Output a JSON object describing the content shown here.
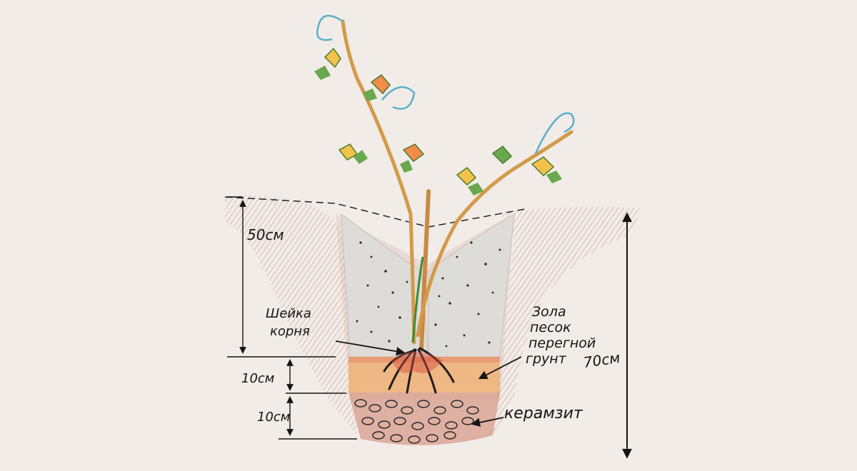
{
  "labels": {
    "depth_upper": "50см",
    "depth_middle": "10см",
    "depth_lower": "10см",
    "depth_total": "70см",
    "root_neck_line1": "Шейка",
    "root_neck_line2": "корня",
    "mix_line1": "Зола",
    "mix_line2": "песок",
    "mix_line3": "перегной",
    "mix_line4": "грунт",
    "drainage": "керамзит"
  },
  "colors": {
    "paper": "#f1ece7",
    "earth": "#b9796a",
    "sand": "#dedcd8",
    "fertile_layer": "#f0b27a",
    "drainage": "#d79c8a",
    "stem": "#d39a4a",
    "ink": "#141414"
  }
}
